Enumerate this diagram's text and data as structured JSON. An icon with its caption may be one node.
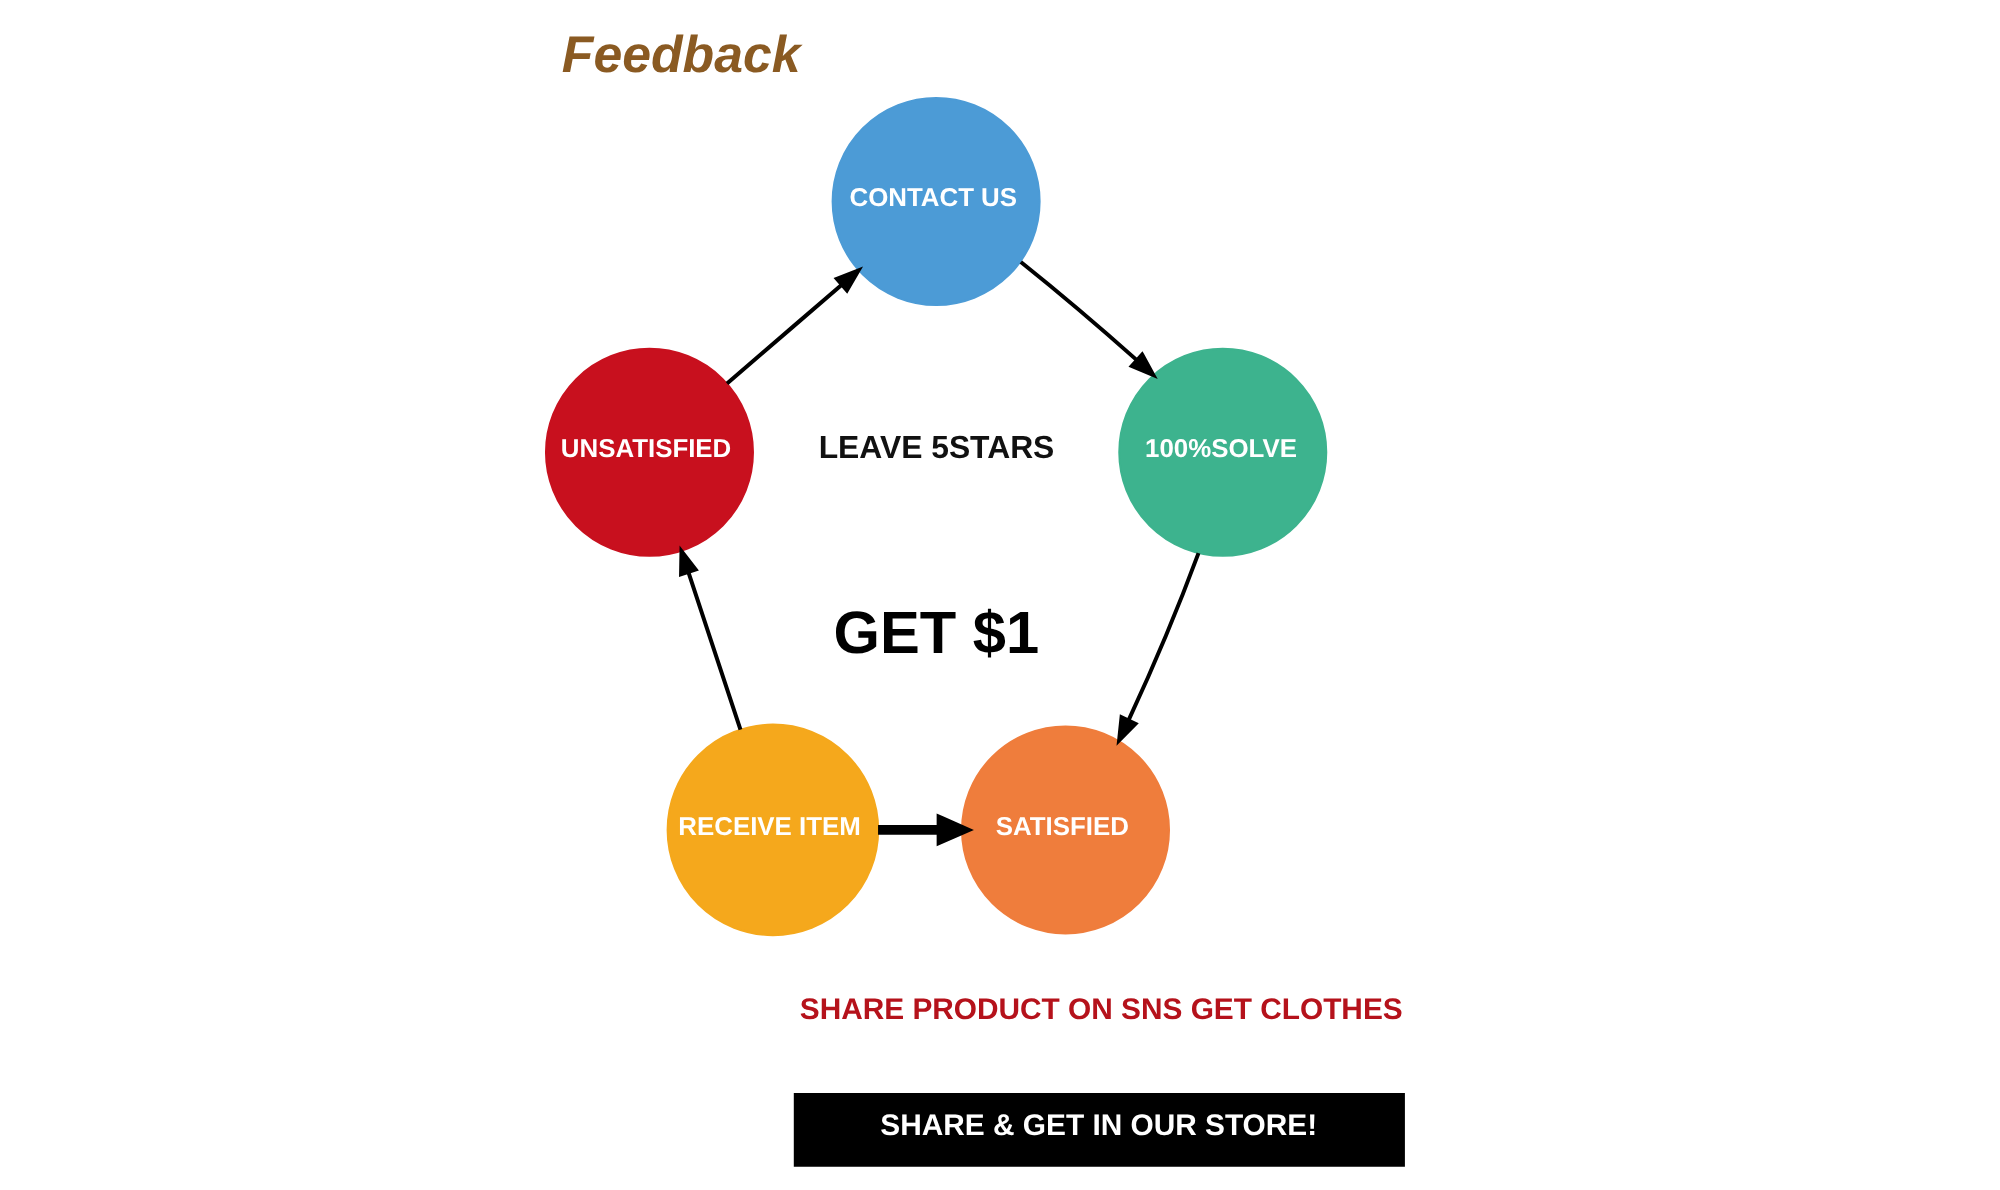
{
  "diagram": {
    "title": "Feedback",
    "nodes": [
      {
        "text": [
          "RECEIVE ITEM"
        ]
      },
      {
        "text": [
          "UNSATISFIED"
        ]
      },
      {
        "text": [
          "CONTACT US"
        ]
      },
      {
        "text": [
          "100%SOLVE"
        ]
      },
      {
        "text": [
          "SATISFIED"
        ]
      },
      {
        "text": [
          "SHARE & GET IN OUR STORE!"
        ]
      }
    ],
    "edges": [
      {
        "from": 0,
        "to": 1,
        "arrow": "to"
      },
      {
        "from": 1,
        "to": 2,
        "arrow": "to"
      },
      {
        "from": 2,
        "to": 3,
        "arrow": "to"
      },
      {
        "from": 3,
        "to": 4,
        "arrow": "to"
      },
      {
        "from": 0,
        "to": 4,
        "arrow": "to",
        "style": "thick"
      }
    ],
    "labels": [
      "LEAVE 5STARS",
      "GET $1",
      "SHARE PRODUCT ON SNS GET CLOTHES"
    ]
  }
}
